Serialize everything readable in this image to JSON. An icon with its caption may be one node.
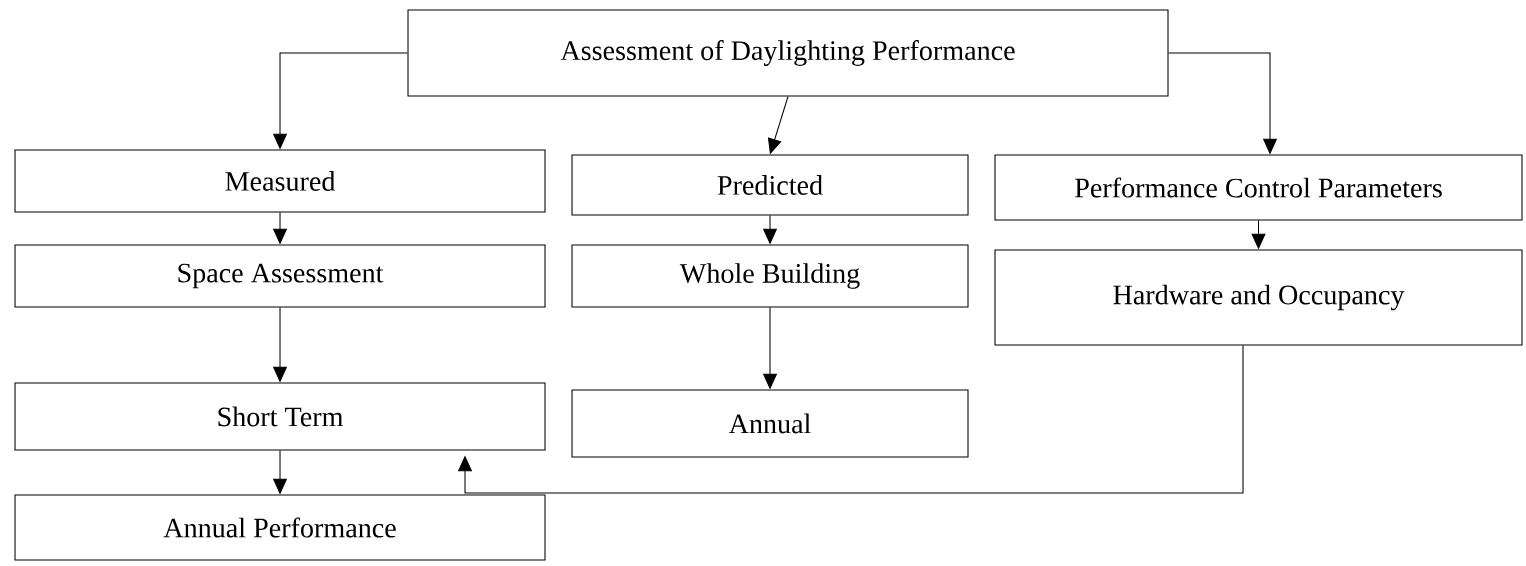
{
  "diagram": {
    "nodes": [
      {
        "text": [
          "Assessment of Daylighting Performance"
        ]
      },
      {
        "text": [
          "Measured"
        ]
      },
      {
        "text": [
          "Predicted"
        ]
      },
      {
        "text": [
          "Performance Control Parameters"
        ]
      },
      {
        "text": [
          "Space Assessment"
        ]
      },
      {
        "text": [
          "Whole Building"
        ]
      },
      {
        "text": [
          "Hardware and Occupancy"
        ]
      },
      {
        "text": [
          "Short Term"
        ]
      },
      {
        "text": [
          "Annual"
        ]
      },
      {
        "text": [
          "Annual Performance"
        ]
      }
    ],
    "edges": [
      {
        "from": 0,
        "to": 1,
        "arrow": "to"
      },
      {
        "from": 0,
        "to": 2,
        "arrow": "to"
      },
      {
        "from": 0,
        "to": 3,
        "arrow": "to"
      },
      {
        "from": 1,
        "to": 4,
        "arrow": "to"
      },
      {
        "from": 4,
        "to": 7,
        "arrow": "to"
      },
      {
        "from": 7,
        "to": 9,
        "arrow": "to"
      },
      {
        "from": 2,
        "to": 5,
        "arrow": "to"
      },
      {
        "from": 5,
        "to": 8,
        "arrow": "to"
      },
      {
        "from": 3,
        "to": 6,
        "arrow": "to"
      },
      {
        "from": 6,
        "to": 7,
        "arrow": "to"
      }
    ]
  }
}
